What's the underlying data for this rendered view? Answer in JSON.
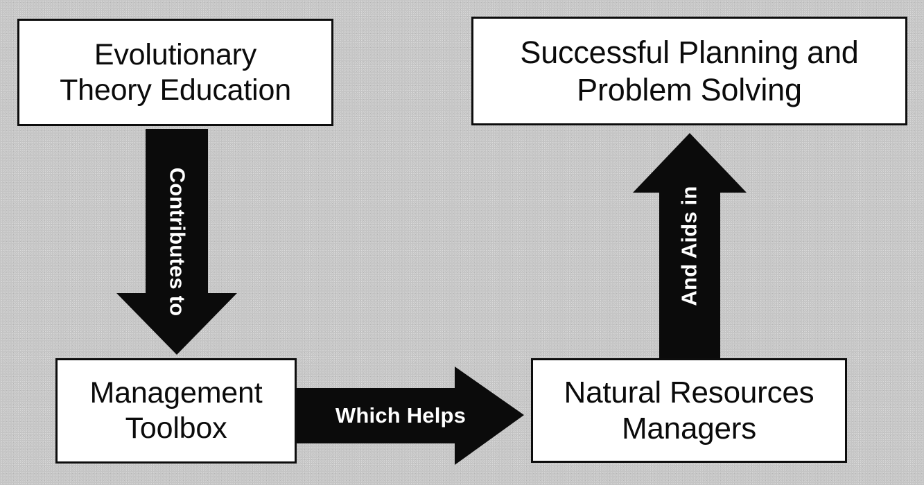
{
  "diagram": {
    "title": "Evolutionary Theory Education Flow Diagram",
    "background_color": "#c5c5c5",
    "box_fill_color": "#ffffff",
    "box_border_color": "#0d0d0d",
    "arrow_color": "#0b0b0b",
    "arrow_label_color": "#ffffff",
    "nodes": [
      {
        "id": "evolutionary-theory-education",
        "label": "Evolutionary\nTheory Education",
        "position": "top-left"
      },
      {
        "id": "successful-planning",
        "label": "Successful Planning and\nProblem Solving",
        "position": "top-right"
      },
      {
        "id": "management-toolbox",
        "label": "Management\nToolbox",
        "position": "bottom-left"
      },
      {
        "id": "natural-resources-managers",
        "label": "Natural Resources\nManagers",
        "position": "bottom-right"
      }
    ],
    "arrows": [
      {
        "id": "contributes-to",
        "label": "Contributes to",
        "direction": "down",
        "from": "evolutionary-theory-education",
        "to": "management-toolbox",
        "label_rotation_deg": 90
      },
      {
        "id": "which-helps",
        "label": "Which Helps",
        "direction": "right",
        "from": "management-toolbox",
        "to": "natural-resources-managers",
        "label_rotation_deg": 0
      },
      {
        "id": "and-aids-in",
        "label": "And Aids in",
        "direction": "up",
        "from": "natural-resources-managers",
        "to": "successful-planning",
        "label_rotation_deg": -90
      }
    ]
  }
}
